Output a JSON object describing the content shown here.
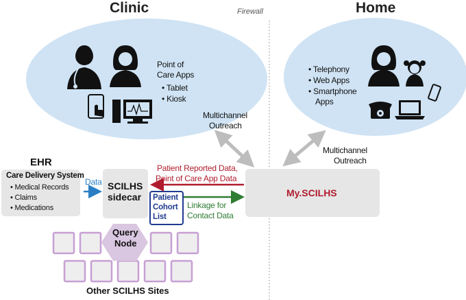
{
  "titles": {
    "clinic": "Clinic",
    "home": "Home",
    "firewall": "Firewall"
  },
  "clinic": {
    "poc_line1": "Point of",
    "poc_line2": "Care Apps",
    "items": [
      "Tablet",
      "Kiosk"
    ]
  },
  "home": {
    "items": [
      "Telephony",
      "Web Apps",
      "Smartphone"
    ],
    "apps": "Apps"
  },
  "outreach": {
    "left_line1": "Multichannel",
    "left_line2": "Outreach",
    "right_line1": "Multichannel",
    "right_line2": "Outreach"
  },
  "ehr": {
    "title": "EHR",
    "heading": "Care Delivery System",
    "items": [
      "Medical Records",
      "Claims",
      "Medications"
    ]
  },
  "flows": {
    "data": "Data",
    "reported_line1": "Patient Reported Data,",
    "reported_line2": "Point of Care App Data",
    "linkage_line1": "Linkage for",
    "linkage_line2": "Contact Data"
  },
  "sidecar": {
    "line1": "SCILHS",
    "line2": "sidecar"
  },
  "cohort": {
    "line1": "Patient",
    "line2": "Cohort",
    "line3": "List"
  },
  "myscilhs": "My.SCILHS",
  "query": {
    "line1": "Query",
    "line2": "Node"
  },
  "other_sites": "Other SCILHS Sites",
  "colors": {
    "ellipse": "#cfe3f4",
    "grey_box": "#e6e6e6",
    "red": "#b01c2e",
    "green": "#2e7d32",
    "blue_arrow": "#2a7fc4",
    "navy": "#1f3a8f",
    "purple_fill": "#d9c6e0",
    "purple_stroke": "#c79fd4"
  }
}
